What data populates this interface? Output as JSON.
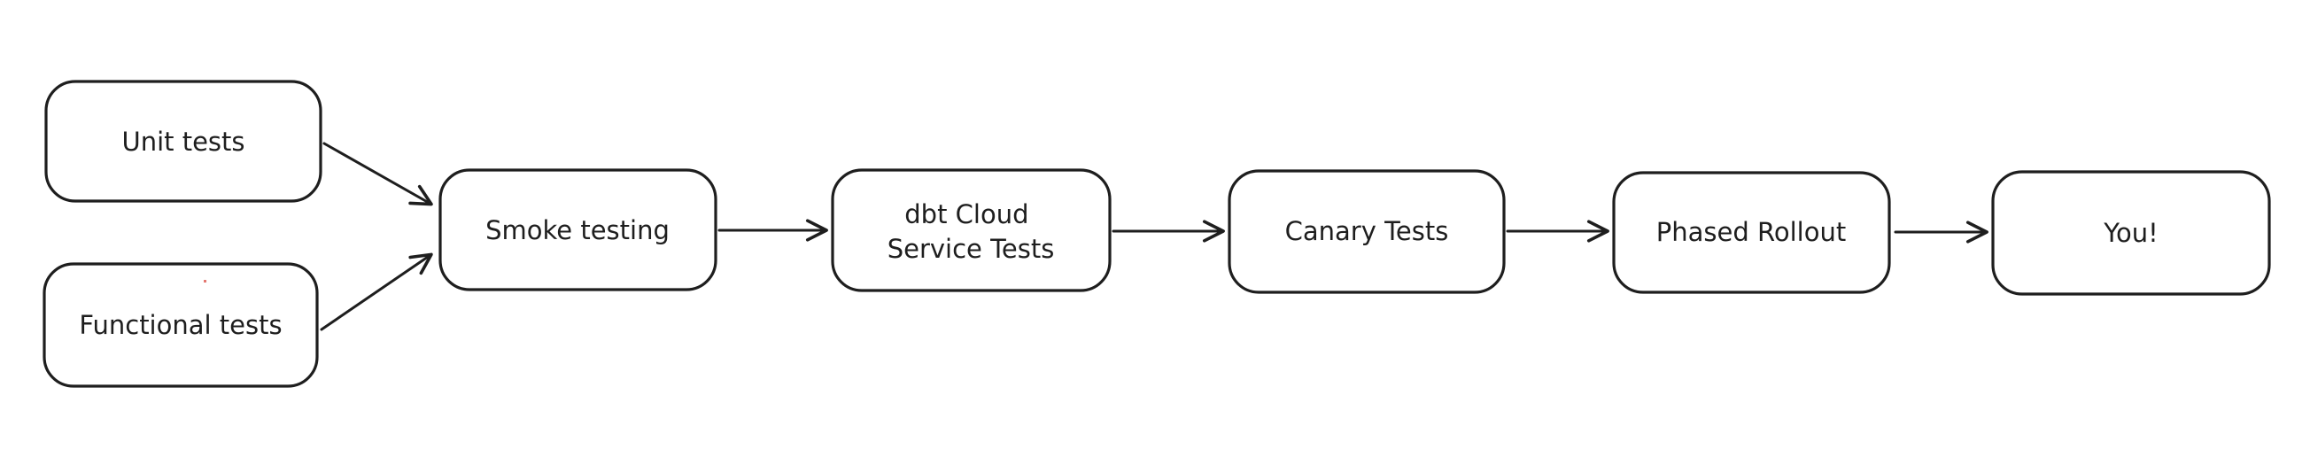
{
  "diagram": {
    "type": "flowchart",
    "background_color": "#ffffff",
    "stroke_color": "#1e1e1e",
    "node_fill_color": "#ffffff",
    "stray_dot_color": "#df6058",
    "nodes": [
      {
        "id": "unit-tests",
        "label": "Unit tests"
      },
      {
        "id": "functional-tests",
        "label": "Functional tests"
      },
      {
        "id": "smoke-testing",
        "label": "Smoke testing"
      },
      {
        "id": "dbt-cloud-service-tests",
        "label": "dbt Cloud Service Tests",
        "line1": "dbt Cloud",
        "line2": "Service Tests"
      },
      {
        "id": "canary-tests",
        "label": "Canary Tests"
      },
      {
        "id": "phased-rollout",
        "label": "Phased Rollout"
      },
      {
        "id": "you",
        "label": "You!"
      }
    ],
    "edges": [
      {
        "from": "unit-tests",
        "to": "smoke-testing"
      },
      {
        "from": "functional-tests",
        "to": "smoke-testing"
      },
      {
        "from": "smoke-testing",
        "to": "dbt-cloud-service-tests"
      },
      {
        "from": "dbt-cloud-service-tests",
        "to": "canary-tests"
      },
      {
        "from": "canary-tests",
        "to": "phased-rollout"
      },
      {
        "from": "phased-rollout",
        "to": "you"
      }
    ]
  }
}
